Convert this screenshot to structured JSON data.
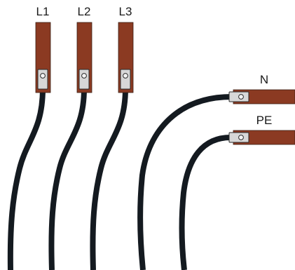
{
  "diagram": {
    "colors": {
      "busbar": "#8b3a22",
      "cable": "#141a20",
      "lug": "#d7d7d7",
      "background": "#ffffff"
    },
    "phase_labels": [
      "L1",
      "L2",
      "L3"
    ],
    "neutral_label": "N",
    "earth_label": "PE"
  }
}
